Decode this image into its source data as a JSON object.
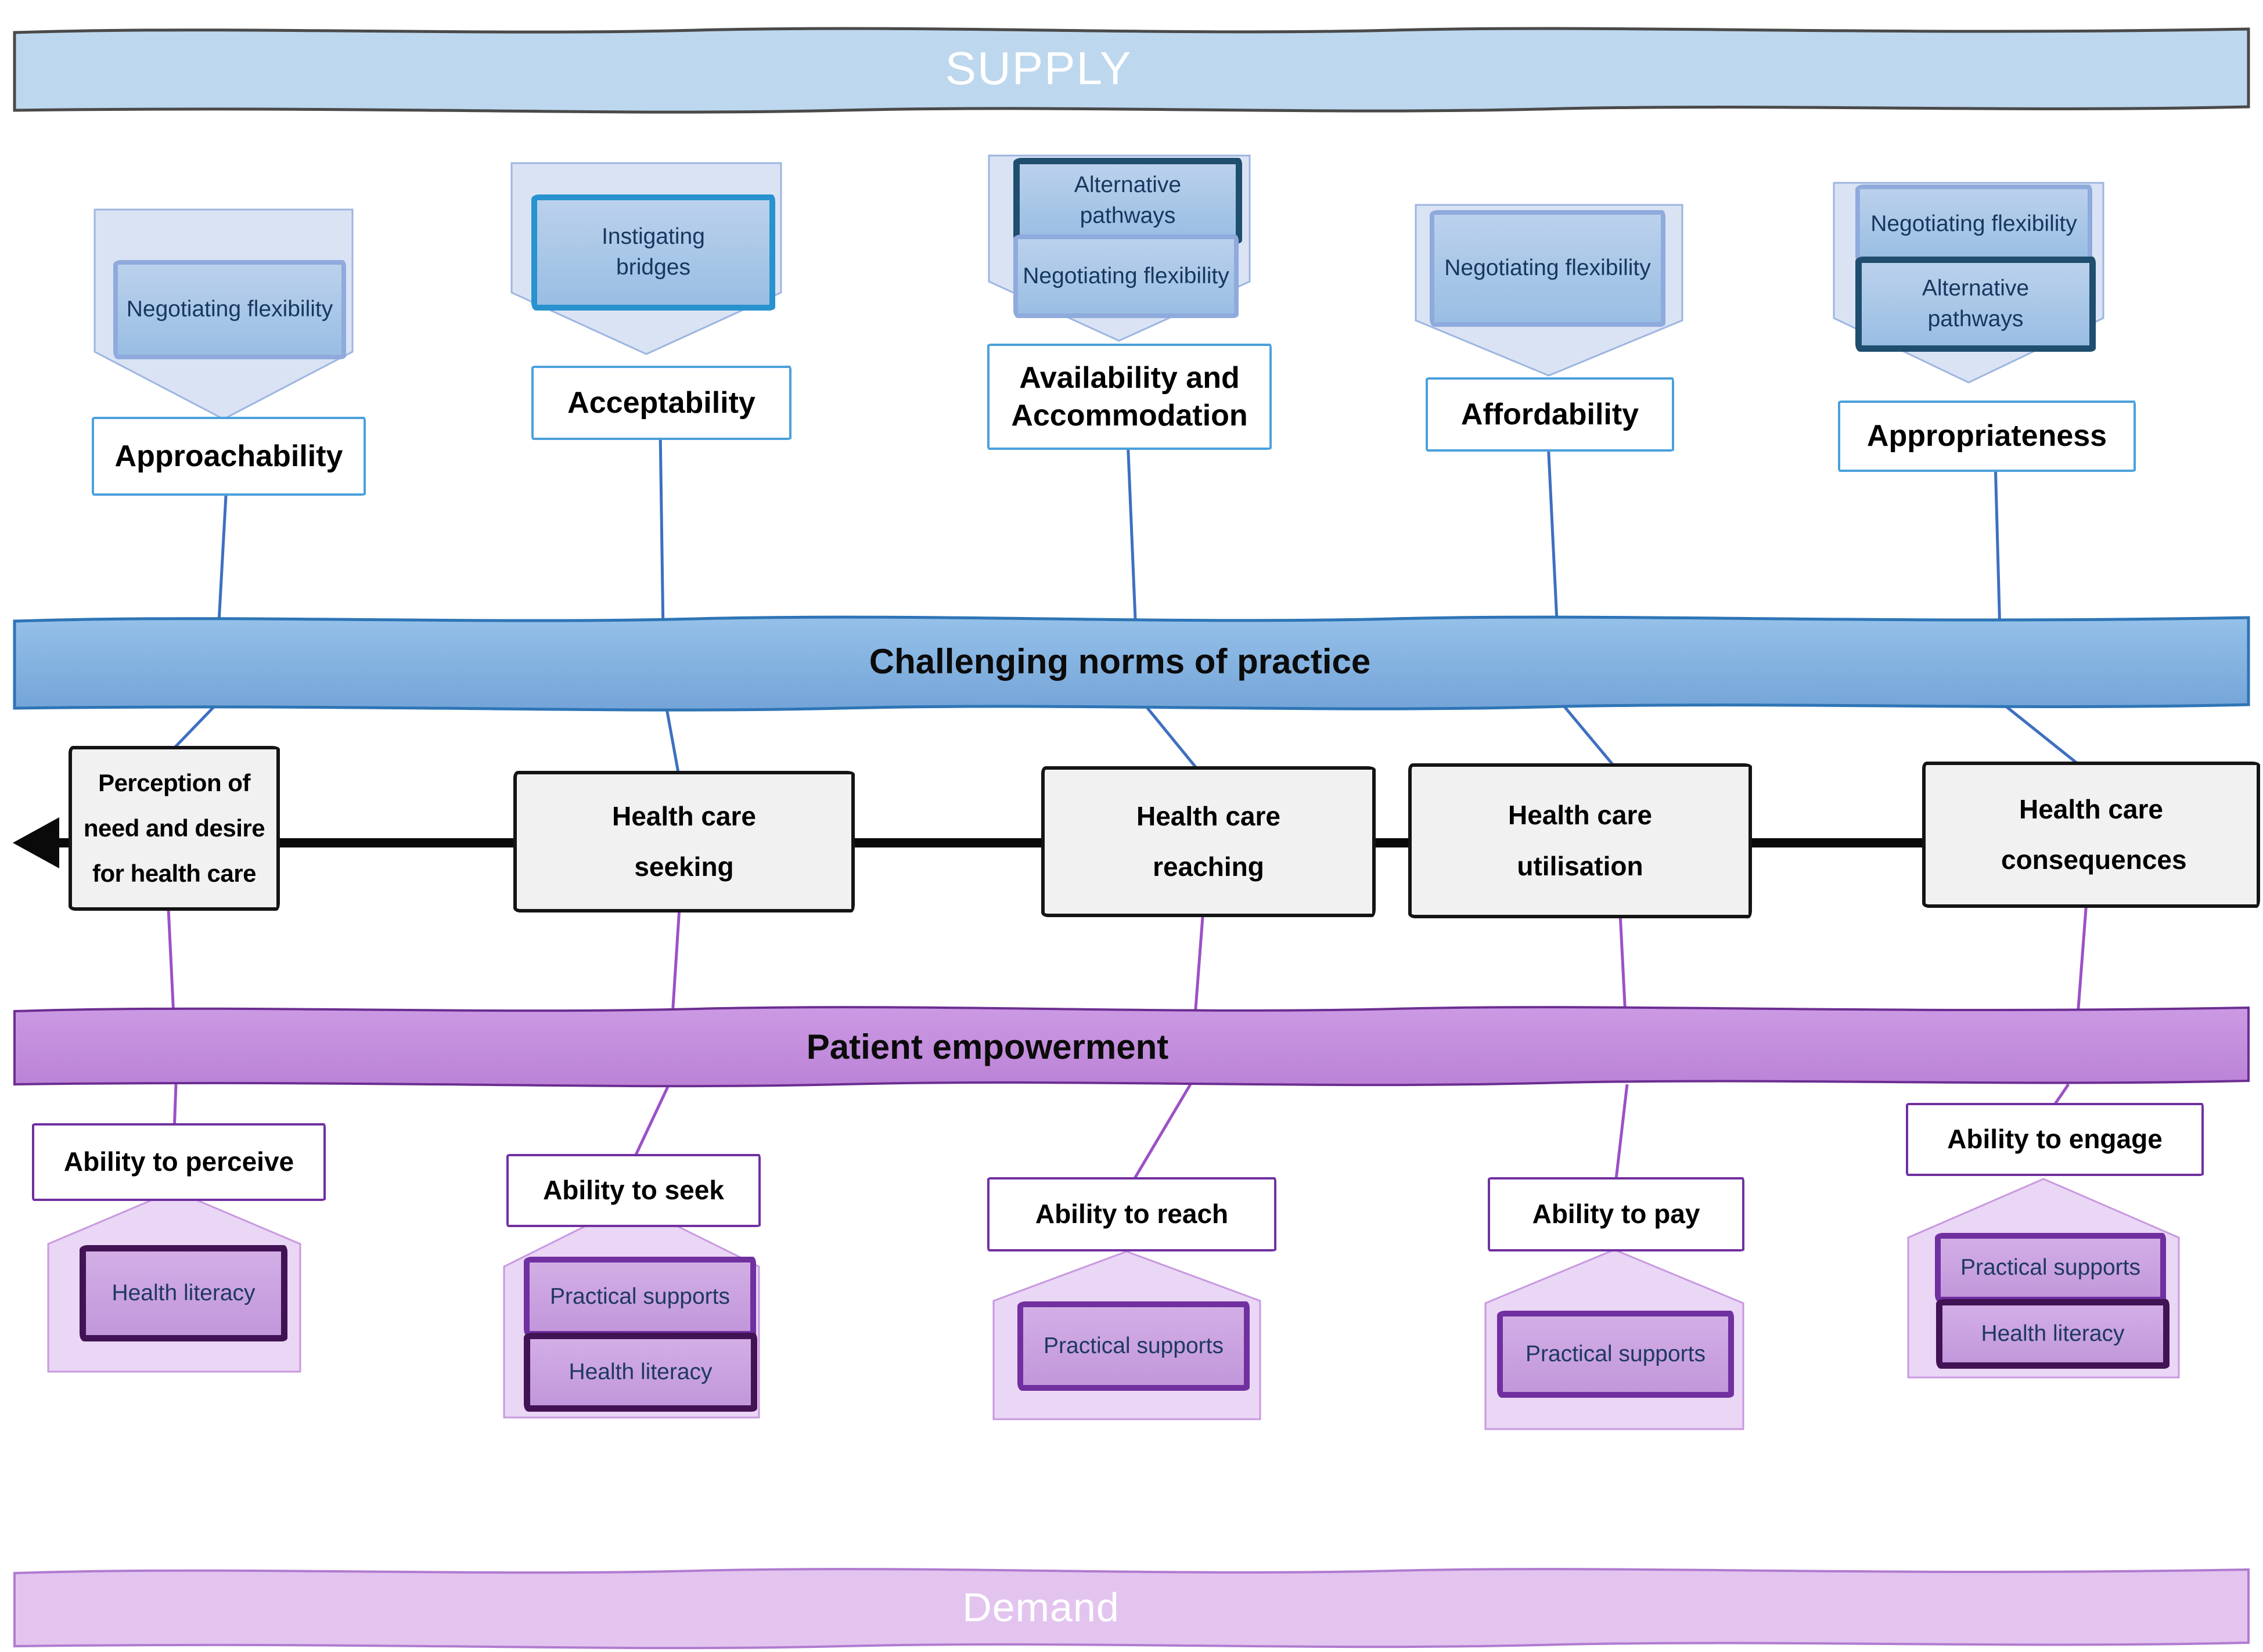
{
  "banners": {
    "supply": "SUPPLY",
    "challenging_norms": "Challenging norms of practice",
    "patient_empowerment": "Patient empowerment",
    "demand": "Demand"
  },
  "supply_dimensions": [
    {
      "label": "Approachability",
      "strategies": [
        {
          "label": "Negotiating flexibility",
          "emphasis": "medium"
        }
      ]
    },
    {
      "label": "Acceptability",
      "strategies": [
        {
          "label": "Instigating bridges",
          "emphasis": "cyan"
        }
      ]
    },
    {
      "label": "Availability and Accommodation",
      "strategies": [
        {
          "label": "Alternative pathways",
          "emphasis": "dark"
        },
        {
          "label": "Negotiating flexibility",
          "emphasis": "medium"
        }
      ]
    },
    {
      "label": "Affordability",
      "strategies": [
        {
          "label": "Negotiating flexibility",
          "emphasis": "medium"
        }
      ]
    },
    {
      "label": "Appropriateness",
      "strategies": [
        {
          "label": "Negotiating flexibility",
          "emphasis": "medium"
        },
        {
          "label": "Alternative pathways",
          "emphasis": "dark"
        }
      ]
    }
  ],
  "process_steps": [
    "Perception of need and desire for health care",
    "Health care seeking",
    "Health care reaching",
    "Health care utilisation",
    "Health care consequences"
  ],
  "demand_abilities": [
    {
      "label": "Ability to perceive",
      "strategies": [
        {
          "label": "Health literacy",
          "emphasis": "dark"
        }
      ]
    },
    {
      "label": "Ability to seek",
      "strategies": [
        {
          "label": "Practical supports",
          "emphasis": "medium"
        },
        {
          "label": "Health literacy",
          "emphasis": "dark"
        }
      ]
    },
    {
      "label": "Ability to reach",
      "strategies": [
        {
          "label": "Practical supports",
          "emphasis": "medium"
        }
      ]
    },
    {
      "label": "Ability to pay",
      "strategies": [
        {
          "label": "Practical supports",
          "emphasis": "medium"
        }
      ]
    },
    {
      "label": "Ability to engage",
      "strategies": [
        {
          "label": "Practical supports",
          "emphasis": "medium"
        },
        {
          "label": "Health literacy",
          "emphasis": "dark"
        }
      ]
    }
  ],
  "colors": {
    "supply_banner_fill": "#BDD7EE",
    "challenging_norms_fill": "#7FAEDC",
    "patient_empowerment_fill": "#C48FDE",
    "demand_banner_fill": "#E3C4EF",
    "supply_shape_fill": "#DAE3F4",
    "demand_shape_fill": "#EAD6F5",
    "strategy_blue_fill": "#A6C5E8",
    "strategy_purple_fill": "#C9A2DF",
    "strategy_border_medium_blue": "#8FAADC",
    "strategy_border_cyan": "#2792CE",
    "strategy_border_dark_navy": "#1F4E6E",
    "strategy_border_purple": "#7030A0",
    "strategy_border_dark_purple": "#411354",
    "step_box_fill": "#F1F1F1",
    "supply_link_color": "#3E6FC1",
    "demand_link_color": "#9C51C6",
    "axis_color": "#0A0A0A"
  }
}
